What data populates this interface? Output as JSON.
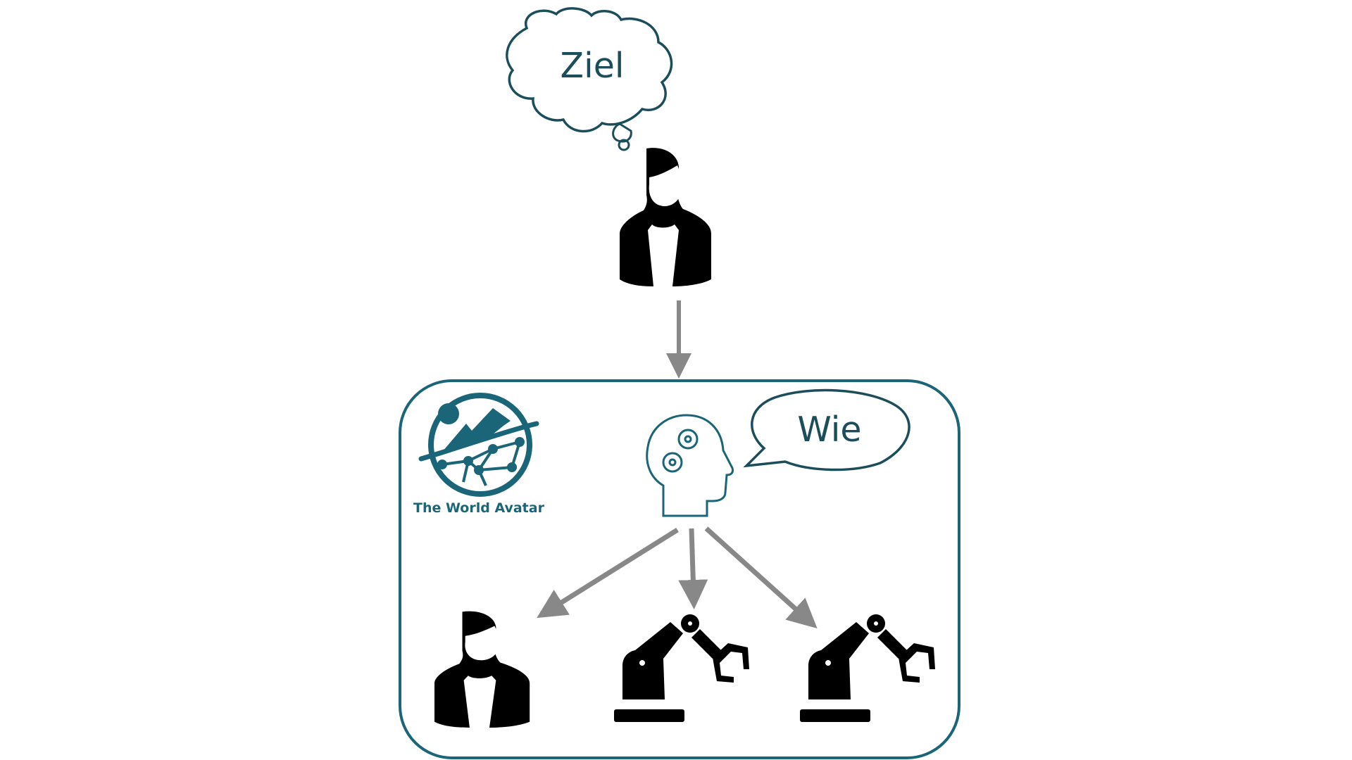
{
  "thought_bubble": {
    "text": "Ziel"
  },
  "speech_bubble": {
    "text": "Wie"
  },
  "logo": {
    "text": "The World Avatar"
  },
  "colors": {
    "teal": "#1a6577",
    "dark_teal": "#1b4e5a",
    "arrow": "#888888",
    "black": "#000000"
  }
}
